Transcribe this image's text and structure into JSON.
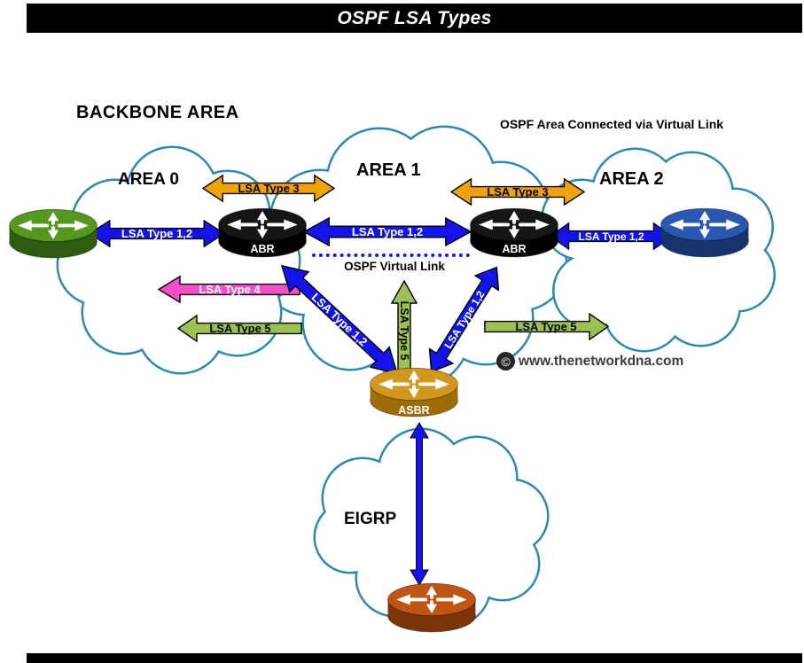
{
  "title": "OSPF LSA Types",
  "header": {
    "backbone_label": "BACKBONE AREA",
    "virtual_link_note": "OSPF Area Connected via Virtual Link"
  },
  "areas": {
    "area0": "AREA 0",
    "area1": "AREA 1",
    "area2": "AREA 2",
    "eigrp": "EIGRP"
  },
  "routers": {
    "area0_edge": {
      "color": "#55971f",
      "color_dark": "#2e5c10"
    },
    "abr_left": {
      "label": "ABR",
      "color": "#161616",
      "color_dark": "#000000"
    },
    "abr_right": {
      "label": "ABR",
      "color": "#161616",
      "color_dark": "#000000"
    },
    "area2_edge": {
      "color": "#2a58b0",
      "color_dark": "#16336e"
    },
    "asbr": {
      "label": "ASBR",
      "color": "#d2971e",
      "color_dark": "#a06c06"
    },
    "eigrp_edge": {
      "color": "#c05415",
      "color_dark": "#7d3408"
    }
  },
  "arrows": {
    "lsa3_left": {
      "label": "LSA Type 3",
      "color": "#f0a20c"
    },
    "lsa3_right": {
      "label": "LSA Type 3",
      "color": "#f0a20c"
    },
    "lsa12_left": {
      "label": "LSA Type 1,2",
      "color": "#1414ea"
    },
    "lsa12_center": {
      "label": "LSA Type 1,2",
      "color": "#1414ea"
    },
    "lsa12_right": {
      "label": "LSA Type 1,2",
      "color": "#1414ea"
    },
    "lsa12_diag_left": {
      "label": "LSA Type 1,2",
      "color": "#1414ea"
    },
    "lsa12_diag_right": {
      "label": "LSA Type 1,2",
      "color": "#1414ea"
    },
    "lsa4": {
      "label": "LSA Type 4",
      "color": "#f44fc7"
    },
    "lsa5_left": {
      "label": "LSA Type 5",
      "color": "#9bc053"
    },
    "lsa5_right": {
      "label": "LSA Type 5",
      "color": "#9bc053"
    },
    "lsa5_up": {
      "label": "LSA Type 5",
      "color": "#9bc053"
    },
    "virtual_link": {
      "label": "OSPF Virtual Link",
      "color": "#1414ea"
    }
  },
  "watermark": {
    "symbol": "©",
    "text": "www.thenetworkdna.com"
  }
}
